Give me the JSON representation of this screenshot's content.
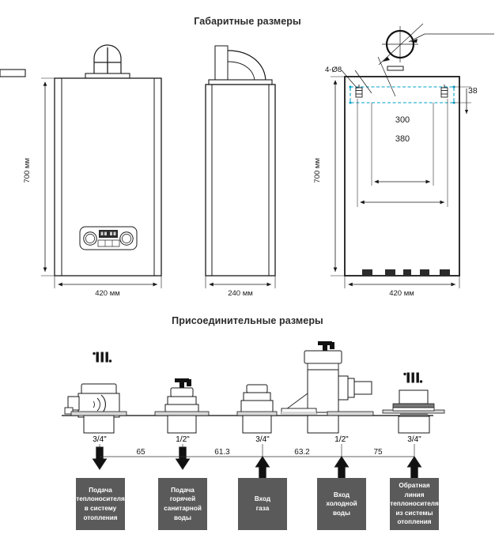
{
  "page": {
    "bg_color": "#ffffff",
    "line_color": "#1a1a1a",
    "accent_color": "#00a0c8",
    "box_color": "#5a5a5a"
  },
  "sections": {
    "overall": {
      "title": "Габаритные размеры"
    },
    "connections": {
      "title": "Присоединительные размеры"
    }
  },
  "views": {
    "front": {
      "name": "front-view",
      "height_label": "700 мм",
      "width_label": "420 мм"
    },
    "side": {
      "name": "side-view",
      "width_label": "240 мм"
    },
    "rear": {
      "name": "rear-view",
      "height_label": "700 мм",
      "width_label": "420 мм",
      "hole_callout": "4-Ø8",
      "bracket_inner": "300",
      "bracket_outer": "380",
      "bracket_offset": "38"
    }
  },
  "connections": {
    "ports": [
      {
        "size": "3/4\"",
        "label_lines": [
          "Подача",
          "теплоносителя",
          "в систему",
          "отопления"
        ],
        "arrow": "down"
      },
      {
        "size": "1/2\"",
        "label_lines": [
          "Подача",
          "горячей",
          "санитарной",
          "воды"
        ],
        "arrow": "down"
      },
      {
        "size": "3/4\"",
        "label_lines": [
          "Вход",
          "газа"
        ],
        "arrow": "up"
      },
      {
        "size": "1/2\"",
        "label_lines": [
          "Вход",
          "холодной",
          "воды"
        ],
        "arrow": "up"
      },
      {
        "size": "3/4\"",
        "label_lines": [
          "Обратная",
          "линия",
          "теплоносителя",
          "из системы",
          "отопления"
        ],
        "arrow": "up"
      }
    ],
    "spacings": [
      "65",
      "61.3",
      "63.2",
      "75"
    ]
  }
}
